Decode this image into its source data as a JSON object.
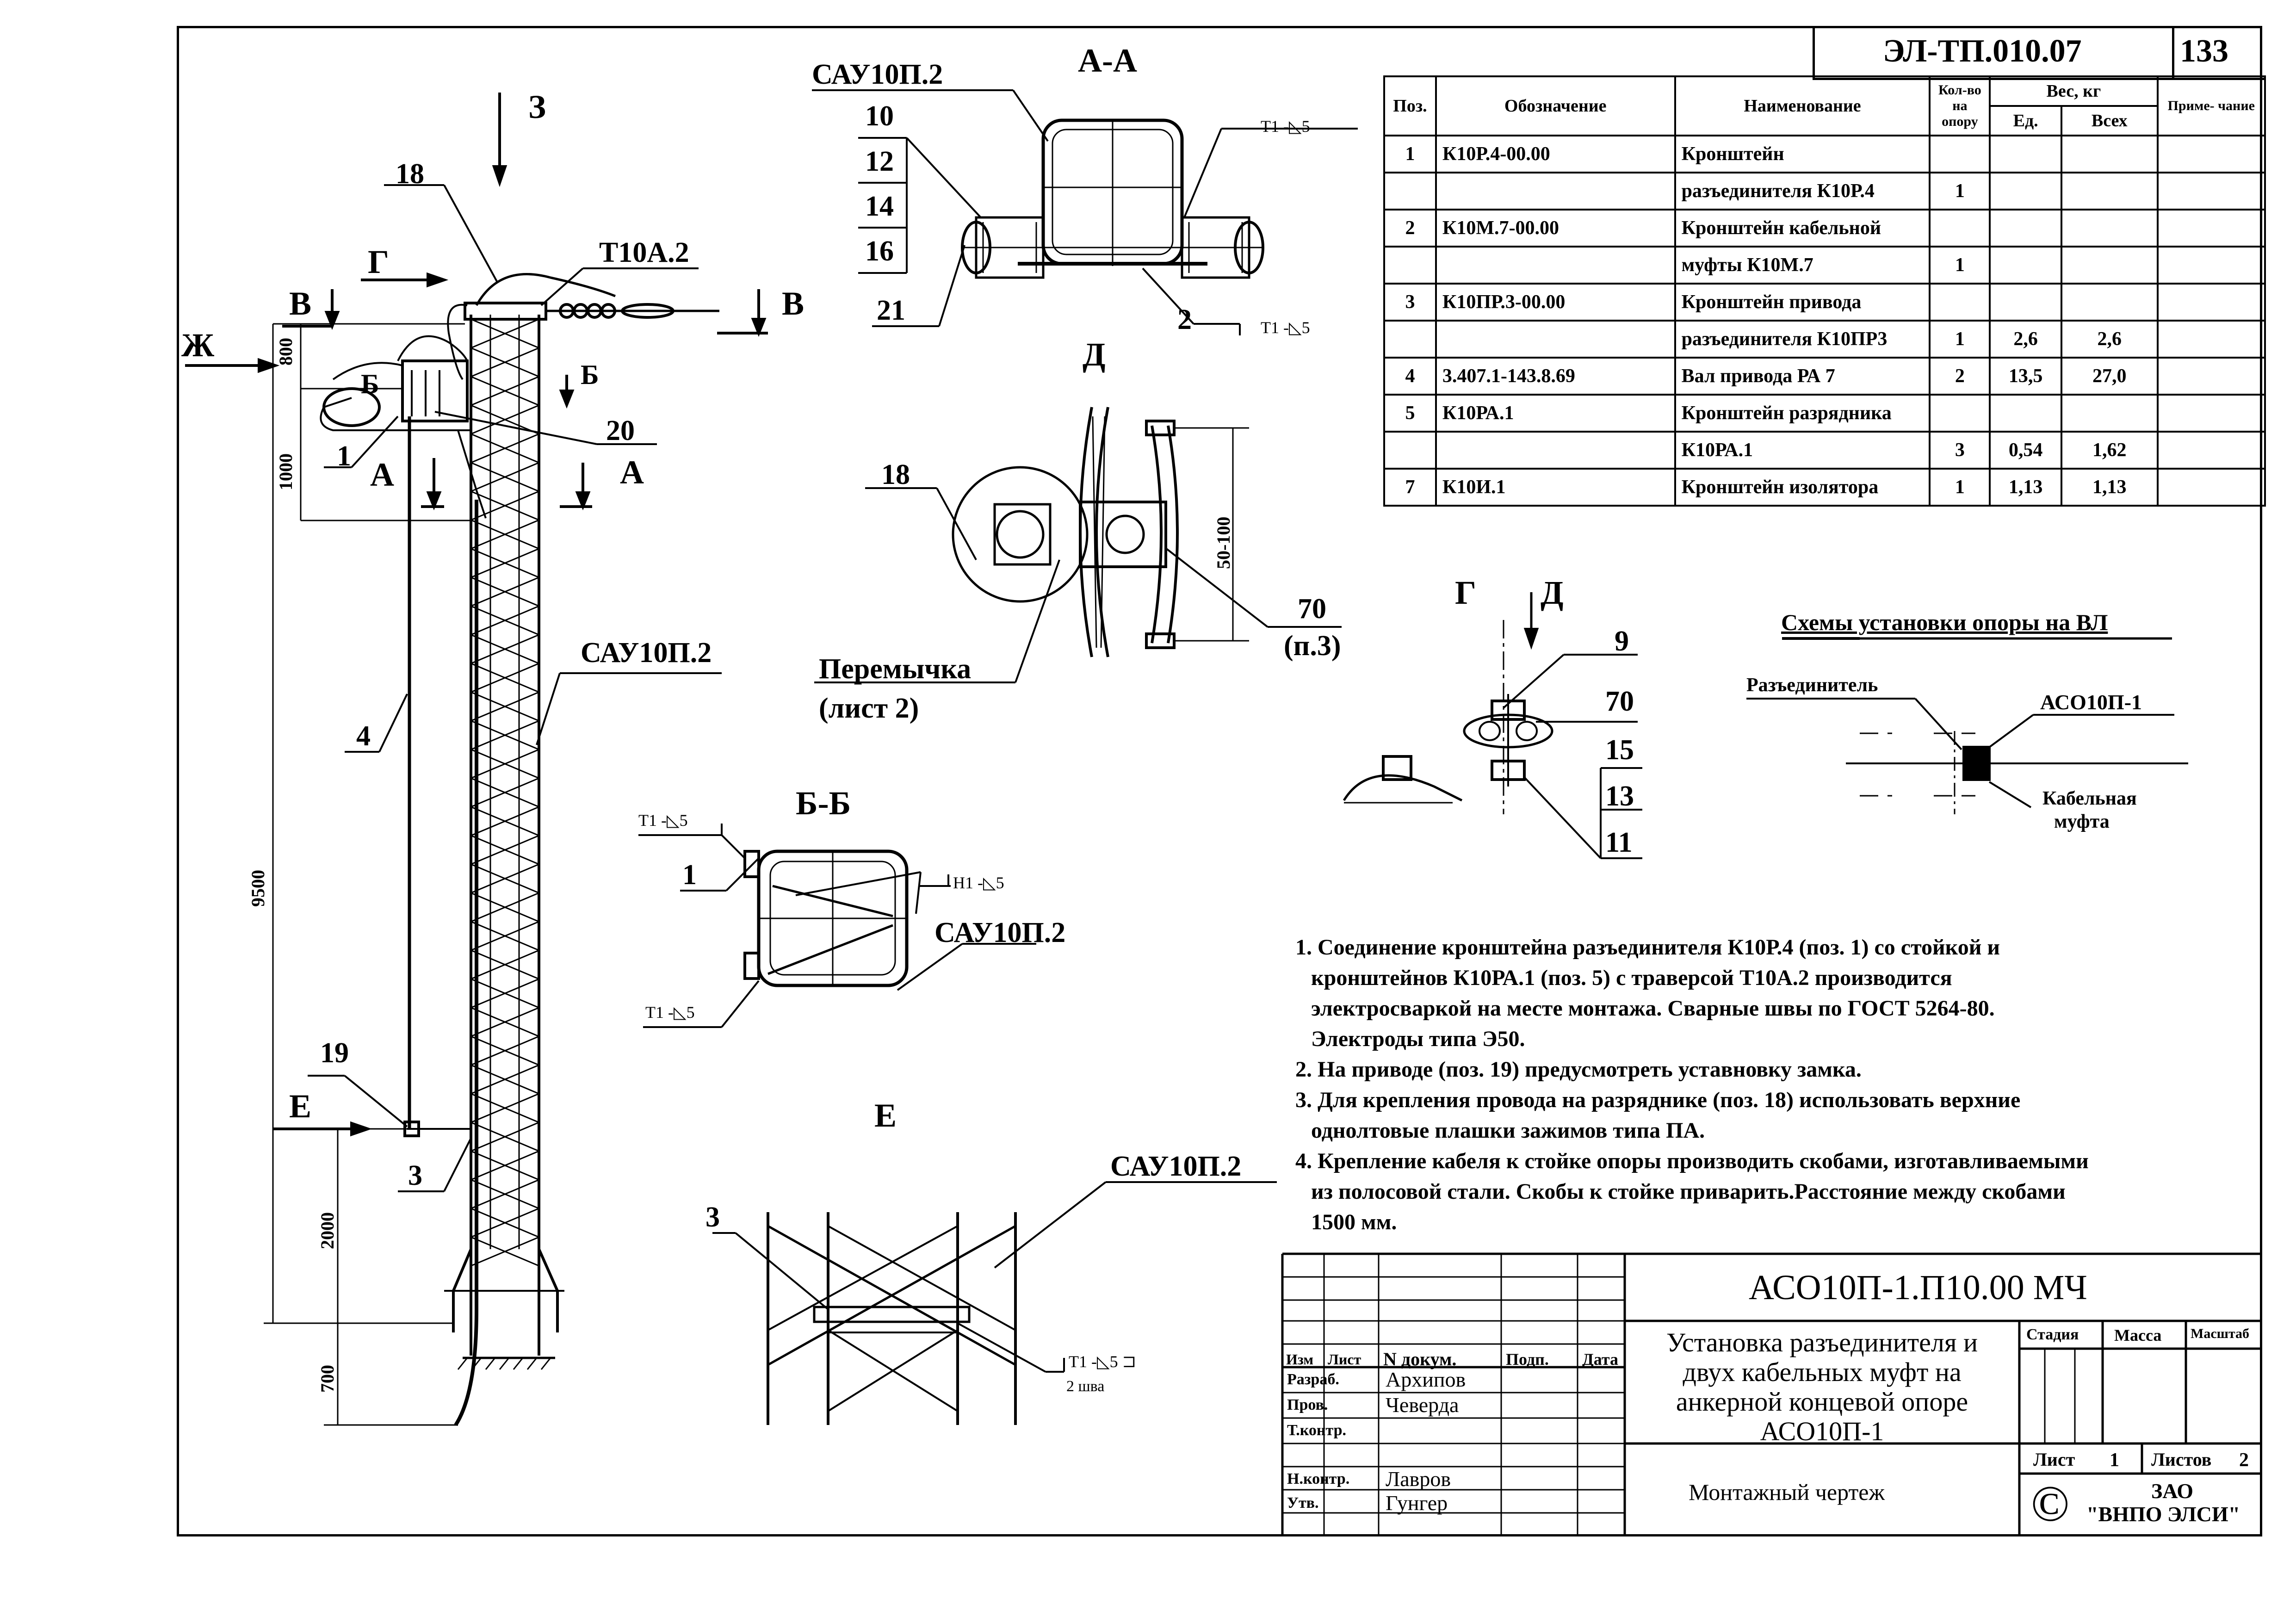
{
  "header": {
    "doc_code": "ЭЛ-ТП.010.07",
    "sheet_number": "133"
  },
  "spec_table": {
    "headers": {
      "pos": "Поз.",
      "designation": "Обозначение",
      "name": "Наименование",
      "qty": "Кол-во на опору",
      "weight": "Вес, кг",
      "weight_unit": "Ед.",
      "weight_total": "Всех",
      "note": "Приме- чание"
    },
    "rows": [
      {
        "pos": "1",
        "designation": "К10Р.4-00.00",
        "name": "Кронштейн",
        "qty": "",
        "unit": "",
        "total": ""
      },
      {
        "pos": "",
        "designation": "",
        "name": "разъединителя К10Р.4",
        "qty": "1",
        "unit": "",
        "total": ""
      },
      {
        "pos": "2",
        "designation": "К10М.7-00.00",
        "name": "Кронштейн кабельной",
        "qty": "",
        "unit": "",
        "total": ""
      },
      {
        "pos": "",
        "designation": "",
        "name": "муфты К10М.7",
        "qty": "1",
        "unit": "",
        "total": ""
      },
      {
        "pos": "3",
        "designation": "К10ПР.3-00.00",
        "name": "Кронштейн привода",
        "qty": "",
        "unit": "",
        "total": ""
      },
      {
        "pos": "",
        "designation": "",
        "name": "разъединителя К10ПР3",
        "qty": "1",
        "unit": "2,6",
        "total": "2,6"
      },
      {
        "pos": "4",
        "designation": "3.407.1-143.8.69",
        "name": "Вал привода РА 7",
        "qty": "2",
        "unit": "13,5",
        "total": "27,0"
      },
      {
        "pos": "5",
        "designation": "К10РА.1",
        "name": "Кронштейн разрядника",
        "qty": "",
        "unit": "",
        "total": ""
      },
      {
        "pos": "",
        "designation": "",
        "name": "К10РА.1",
        "qty": "3",
        "unit": "0,54",
        "total": "1,62"
      },
      {
        "pos": "7",
        "designation": "К10И.1",
        "name": "Кронштейн изолятора",
        "qty": "1",
        "unit": "1,13",
        "total": "1,13"
      }
    ]
  },
  "main_view": {
    "label_z": "З",
    "label_g": "Г",
    "label_v": "В",
    "label_zh": "Ж",
    "label_b": "Б",
    "label_a": "А",
    "label_e": "Е",
    "callouts": {
      "p18": "18",
      "t10a2": "Т10А.2",
      "p20": "20",
      "p1": "1",
      "sau": "САУ10П.2",
      "p4": "4",
      "p19": "19",
      "p3": "3"
    },
    "dims": {
      "d800": "800",
      "d1000": "1000",
      "d9500": "9500",
      "d2000": "2000",
      "d700": "700"
    }
  },
  "view_aa": {
    "title": "А-А",
    "sau": "САУ10П.2",
    "callouts": [
      "10",
      "12",
      "14",
      "16",
      "21",
      "2"
    ],
    "weld_top": "Т1 -◺5",
    "weld_bottom": "Т1 -◺5"
  },
  "view_d": {
    "title": "Д",
    "p18": "18",
    "dim": "50-100",
    "p70": "70",
    "p70_note": "(п.3)",
    "jumper": "Перемычка",
    "jumper_note": "(лист 2)"
  },
  "view_gd": {
    "g": "Г",
    "d": "Д",
    "callouts": [
      "9",
      "70",
      "15",
      "13",
      "11"
    ]
  },
  "view_bb": {
    "title": "Б-Б",
    "weld_top": "Т1 -◺5",
    "weld_right": "Н1 -◺5",
    "weld_bottom": "Т1 -◺5",
    "p1": "1",
    "sau": "САУ10П.2"
  },
  "view_e": {
    "title": "Е",
    "p3": "3",
    "sau": "САУ10П.2",
    "weld": "Т1 -◺5 ⊐",
    "weld_note": "2 шва"
  },
  "scheme": {
    "title": "Схемы установки опоры на ВЛ",
    "disconnector": "Разъединитель",
    "support": "АСО10П-1",
    "coupling_1": "Кабельная",
    "coupling_2": "муфта"
  },
  "notes": [
    "1. Соединение кронштейна разъединителя К10Р.4 (поз. 1)  со стойкой и",
    "кронштейнов К10РА.1 (поз. 5) с траверсой Т10А.2 производится",
    "электросваркой на месте монтажа. Сварные швы по ГОСТ 5264-80.",
    "Электроды типа Э50.",
    "2. На приводе (поз. 19) предусмотреть уставновку замка.",
    "3. Для крепления провода на разряднике (поз. 18) использовать верхние",
    "однолтовые плашки зажимов типа ПА.",
    "4. Крепление кабеля к стойке опоры производить скобами, изготавливаемыми",
    "из полосовой стали. Скобы к стойке приварить.Расстояние между скобами",
    "1500 мм."
  ],
  "title_block": {
    "code": "АСО10П-1.П10.00 МЧ",
    "title_lines": [
      "Установка разъединителя и",
      "двух кабельных муфт на",
      "анкерной концевой опоре",
      "АСО10П-1"
    ],
    "drawing_type": "Монтажный чертеж",
    "col_headers": {
      "izm": "Изм",
      "list": "Лист",
      "ndok": "N докум.",
      "podp": "Подп.",
      "data": "Дата"
    },
    "roles": [
      {
        "role": "Разраб.",
        "name": "Архипов"
      },
      {
        "role": "Пров.",
        "name": "Чеверда"
      },
      {
        "role": "Т.контр.",
        "name": ""
      },
      {
        "role": "",
        "name": ""
      },
      {
        "role": "Н.контр.",
        "name": "Лавров"
      },
      {
        "role": "Утв.",
        "name": "Гунгер"
      }
    ],
    "stage": "Стадия",
    "mass": "Масса",
    "scale": "Масштаб",
    "sheet_label": "Лист",
    "sheet_value": "1",
    "sheets_label": "Листов",
    "sheets_value": "2",
    "company_1": "ЗАО",
    "company_2": "\"ВНПО ЭЛСИ\"",
    "copyright": "©"
  }
}
